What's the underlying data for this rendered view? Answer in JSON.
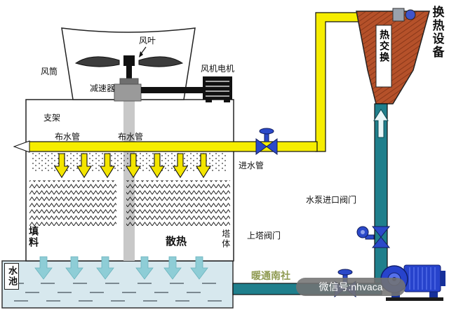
{
  "diagram": {
    "labels": {
      "fan_blade": "风叶",
      "fan_cylinder": "风筒",
      "fan_motor": "风机电机",
      "reducer": "减速器",
      "support": "支架",
      "water_dist_pipe_left": "布水管",
      "water_dist_pipe_right": "布水管",
      "inlet_pipe": "进水管",
      "fill_material": "填料",
      "heat_dissipation": "散热",
      "tower_body": "塔体",
      "upper_tower_valve": "上塔阀门",
      "pump_inlet_valve": "水泵进口阀门",
      "water_pool": "水池",
      "heat_exchange": "热交换",
      "heat_exchange_equipment": "换热设备"
    },
    "watermark": {
      "source": "暖通南社",
      "wechat": "微信号:nhvaca"
    },
    "colors": {
      "hot_water_pipe": "#f6ed00",
      "cold_water_pipe": "#1f7f8c",
      "pool_water": "#d7e8ee",
      "heat_exchanger_body": "#b5512a",
      "valve_blue": "#2b49c9",
      "pump_blue": "#2743cc",
      "pool_arrow": "#8ecdd6",
      "watermark_green": "#8f9b52"
    }
  }
}
